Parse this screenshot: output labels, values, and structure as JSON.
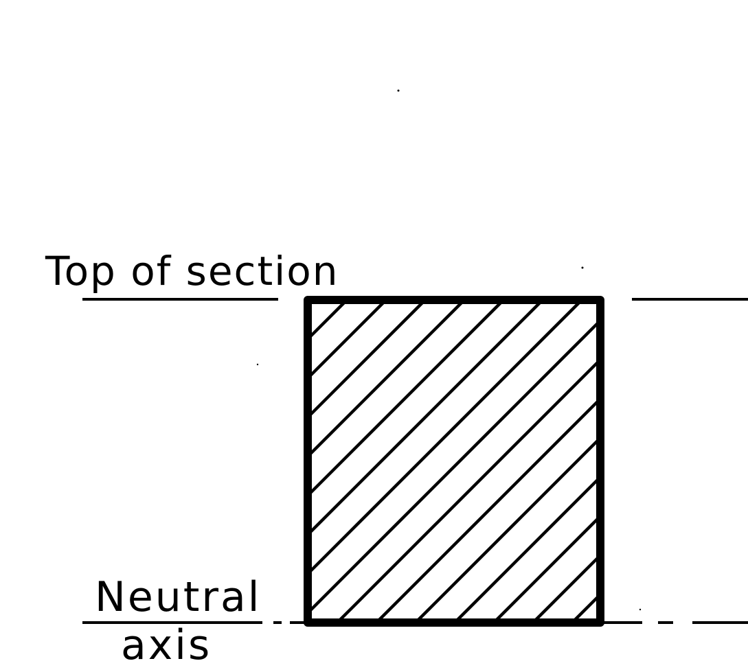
{
  "labels": {
    "top_of_section": "Top of section",
    "neutral_axis_line1": "Neutral",
    "neutral_axis_line2": "axis"
  },
  "colors": {
    "ink": "#000000",
    "background": "#ffffff"
  }
}
